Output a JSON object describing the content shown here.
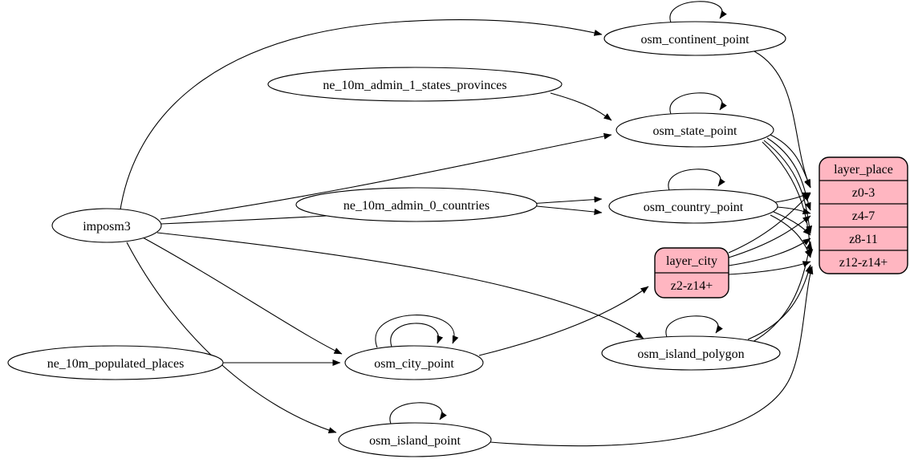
{
  "diagram": {
    "kind": "graphviz-etl-graph",
    "colors": {
      "background": "#ffffff",
      "node_fill": "#ffffff",
      "record_fill": "#ffb6c1",
      "stroke": "#000000"
    },
    "nodes": {
      "imposm3": {
        "label": "imposm3",
        "shape": "ellipse"
      },
      "ne_10m_admin_1_states_provinces": {
        "label": "ne_10m_admin_1_states_provinces",
        "shape": "ellipse"
      },
      "ne_10m_admin_0_countries": {
        "label": "ne_10m_admin_0_countries",
        "shape": "ellipse"
      },
      "ne_10m_populated_places": {
        "label": "ne_10m_populated_places",
        "shape": "ellipse"
      },
      "osm_continent_point": {
        "label": "osm_continent_point",
        "shape": "ellipse",
        "self_loops": 1
      },
      "osm_state_point": {
        "label": "osm_state_point",
        "shape": "ellipse",
        "self_loops": 1
      },
      "osm_country_point": {
        "label": "osm_country_point",
        "shape": "ellipse",
        "self_loops": 1
      },
      "osm_city_point": {
        "label": "osm_city_point",
        "shape": "ellipse",
        "self_loops": 2
      },
      "osm_island_polygon": {
        "label": "osm_island_polygon",
        "shape": "ellipse",
        "self_loops": 1
      },
      "osm_island_point": {
        "label": "osm_island_point",
        "shape": "ellipse",
        "self_loops": 1
      },
      "layer_city": {
        "label": "layer_city",
        "shape": "record",
        "rows": [
          "z2-z14+"
        ]
      },
      "layer_place": {
        "label": "layer_place",
        "shape": "record",
        "rows": [
          "z0-3",
          "z4-7",
          "z8-11",
          "z12-z14+"
        ]
      }
    },
    "edges": [
      {
        "from": "imposm3",
        "to": "osm_continent_point"
      },
      {
        "from": "imposm3",
        "to": "osm_state_point"
      },
      {
        "from": "imposm3",
        "to": "osm_country_point"
      },
      {
        "from": "imposm3",
        "to": "osm_city_point"
      },
      {
        "from": "imposm3",
        "to": "osm_island_polygon"
      },
      {
        "from": "imposm3",
        "to": "osm_island_point"
      },
      {
        "from": "ne_10m_admin_1_states_provinces",
        "to": "osm_state_point"
      },
      {
        "from": "ne_10m_admin_0_countries",
        "to": "osm_country_point"
      },
      {
        "from": "ne_10m_populated_places",
        "to": "osm_city_point"
      },
      {
        "from": "osm_continent_point",
        "to": "osm_continent_point"
      },
      {
        "from": "osm_state_point",
        "to": "osm_state_point"
      },
      {
        "from": "osm_country_point",
        "to": "osm_country_point"
      },
      {
        "from": "osm_city_point",
        "to": "osm_city_point"
      },
      {
        "from": "osm_city_point",
        "to": "osm_city_point"
      },
      {
        "from": "osm_island_polygon",
        "to": "osm_island_polygon"
      },
      {
        "from": "osm_island_point",
        "to": "osm_island_point"
      },
      {
        "from": "osm_continent_point",
        "to": "layer_place",
        "port": "z0-3"
      },
      {
        "from": "osm_state_point",
        "to": "layer_place",
        "port": "z0-3"
      },
      {
        "from": "osm_state_point",
        "to": "layer_place",
        "port": "z4-7"
      },
      {
        "from": "osm_state_point",
        "to": "layer_place",
        "port": "z8-11"
      },
      {
        "from": "osm_state_point",
        "to": "layer_place",
        "port": "z12-z14+"
      },
      {
        "from": "osm_country_point",
        "to": "layer_place",
        "port": "z0-3"
      },
      {
        "from": "osm_country_point",
        "to": "layer_place",
        "port": "z4-7"
      },
      {
        "from": "osm_country_point",
        "to": "layer_place",
        "port": "z8-11"
      },
      {
        "from": "osm_country_point",
        "to": "layer_place",
        "port": "z12-z14+"
      },
      {
        "from": "osm_island_polygon",
        "to": "layer_place",
        "port": "z8-11"
      },
      {
        "from": "osm_island_polygon",
        "to": "layer_place",
        "port": "z12-z14+"
      },
      {
        "from": "osm_island_point",
        "to": "layer_place",
        "port": "z12-z14+"
      },
      {
        "from": "osm_city_point",
        "to": "layer_city",
        "port": "z2-z14+"
      },
      {
        "from": "layer_city",
        "to": "layer_place",
        "port": "z0-3"
      },
      {
        "from": "layer_city",
        "to": "layer_place",
        "port": "z4-7"
      },
      {
        "from": "layer_city",
        "to": "layer_place",
        "port": "z8-11"
      },
      {
        "from": "layer_city",
        "to": "layer_place",
        "port": "z12-z14+"
      }
    ]
  }
}
